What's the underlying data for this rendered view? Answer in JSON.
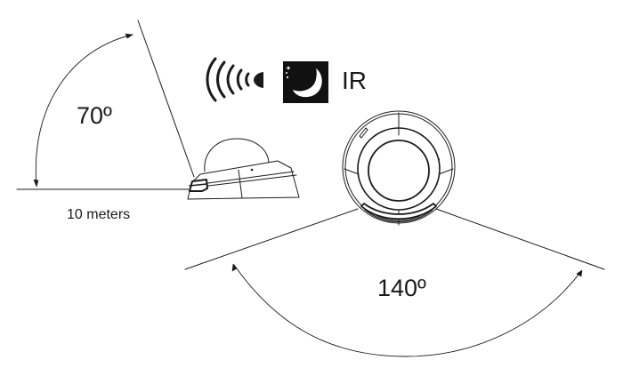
{
  "diagram": {
    "type": "camera-field-of-view",
    "side_view": {
      "vertical_angle_label": "70º",
      "distance_label": "10 meters"
    },
    "ir_indicator": {
      "icons": [
        "signal-waves-icon",
        "night-moon-icon"
      ],
      "label": "IR"
    },
    "top_view": {
      "horizontal_angle_label": "140º"
    },
    "colors": {
      "line": "#1a1a1a",
      "background": "#ffffff"
    }
  }
}
